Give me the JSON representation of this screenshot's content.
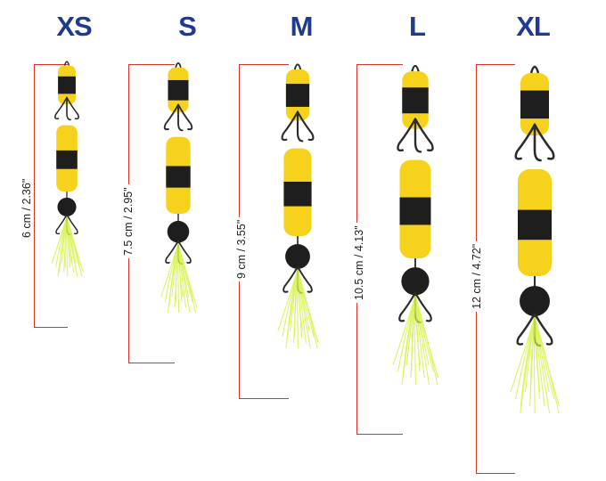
{
  "lures": [
    {
      "size": "XS",
      "length": "6 cm / 2.36\""
    },
    {
      "size": "S",
      "length": "7.5 cm / 2.95\""
    },
    {
      "size": "M",
      "length": "9 cm / 3.55\""
    },
    {
      "size": "L",
      "length": "10.5 cm / 4.13\""
    },
    {
      "size": "XL",
      "length": "12 cm / 4.72\""
    }
  ],
  "colors": {
    "label": "#1f3a93",
    "bracket": "#d9342b",
    "body_yellow": "#f6d21c",
    "stripe_black": "#1e1e1e",
    "tail_green": "#d8f24a"
  }
}
